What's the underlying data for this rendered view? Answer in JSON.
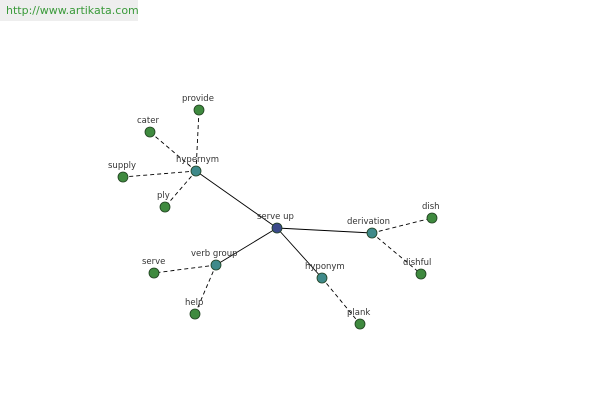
{
  "header": {
    "url": "http://www.artikata.com"
  },
  "colors": {
    "root": "#3b4a8a",
    "relation": "#3f8a8a",
    "leaf": "#3f8a3f",
    "url_text": "#3a9a3a"
  },
  "graph": {
    "nodes": [
      {
        "id": "serve-up",
        "label": "serve up",
        "kind": "root"
      },
      {
        "id": "hypernym",
        "label": "hypernym",
        "kind": "relation"
      },
      {
        "id": "derivation",
        "label": "derivation",
        "kind": "relation"
      },
      {
        "id": "verb-group",
        "label": "verb group",
        "kind": "relation"
      },
      {
        "id": "hyponym",
        "label": "hyponym",
        "kind": "relation"
      },
      {
        "id": "provide",
        "label": "provide",
        "kind": "leaf"
      },
      {
        "id": "cater",
        "label": "cater",
        "kind": "leaf"
      },
      {
        "id": "supply",
        "label": "supply",
        "kind": "leaf"
      },
      {
        "id": "ply",
        "label": "ply",
        "kind": "leaf"
      },
      {
        "id": "dish",
        "label": "dish",
        "kind": "leaf"
      },
      {
        "id": "dishful",
        "label": "dishful",
        "kind": "leaf"
      },
      {
        "id": "serve",
        "label": "serve",
        "kind": "leaf"
      },
      {
        "id": "help",
        "label": "help",
        "kind": "leaf"
      },
      {
        "id": "plank",
        "label": "plank",
        "kind": "leaf"
      }
    ],
    "edges": [
      {
        "from": "serve-up",
        "to": "hypernym",
        "style": "solid"
      },
      {
        "from": "serve-up",
        "to": "derivation",
        "style": "solid"
      },
      {
        "from": "serve-up",
        "to": "verb-group",
        "style": "solid"
      },
      {
        "from": "serve-up",
        "to": "hyponym",
        "style": "solid"
      },
      {
        "from": "hypernym",
        "to": "provide",
        "style": "dashed"
      },
      {
        "from": "hypernym",
        "to": "cater",
        "style": "dashed"
      },
      {
        "from": "hypernym",
        "to": "supply",
        "style": "dashed"
      },
      {
        "from": "hypernym",
        "to": "ply",
        "style": "dashed"
      },
      {
        "from": "derivation",
        "to": "dish",
        "style": "dashed"
      },
      {
        "from": "derivation",
        "to": "dishful",
        "style": "dashed"
      },
      {
        "from": "verb-group",
        "to": "serve",
        "style": "dashed"
      },
      {
        "from": "verb-group",
        "to": "help",
        "style": "dashed"
      },
      {
        "from": "hyponym",
        "to": "plank",
        "style": "dashed"
      }
    ]
  }
}
